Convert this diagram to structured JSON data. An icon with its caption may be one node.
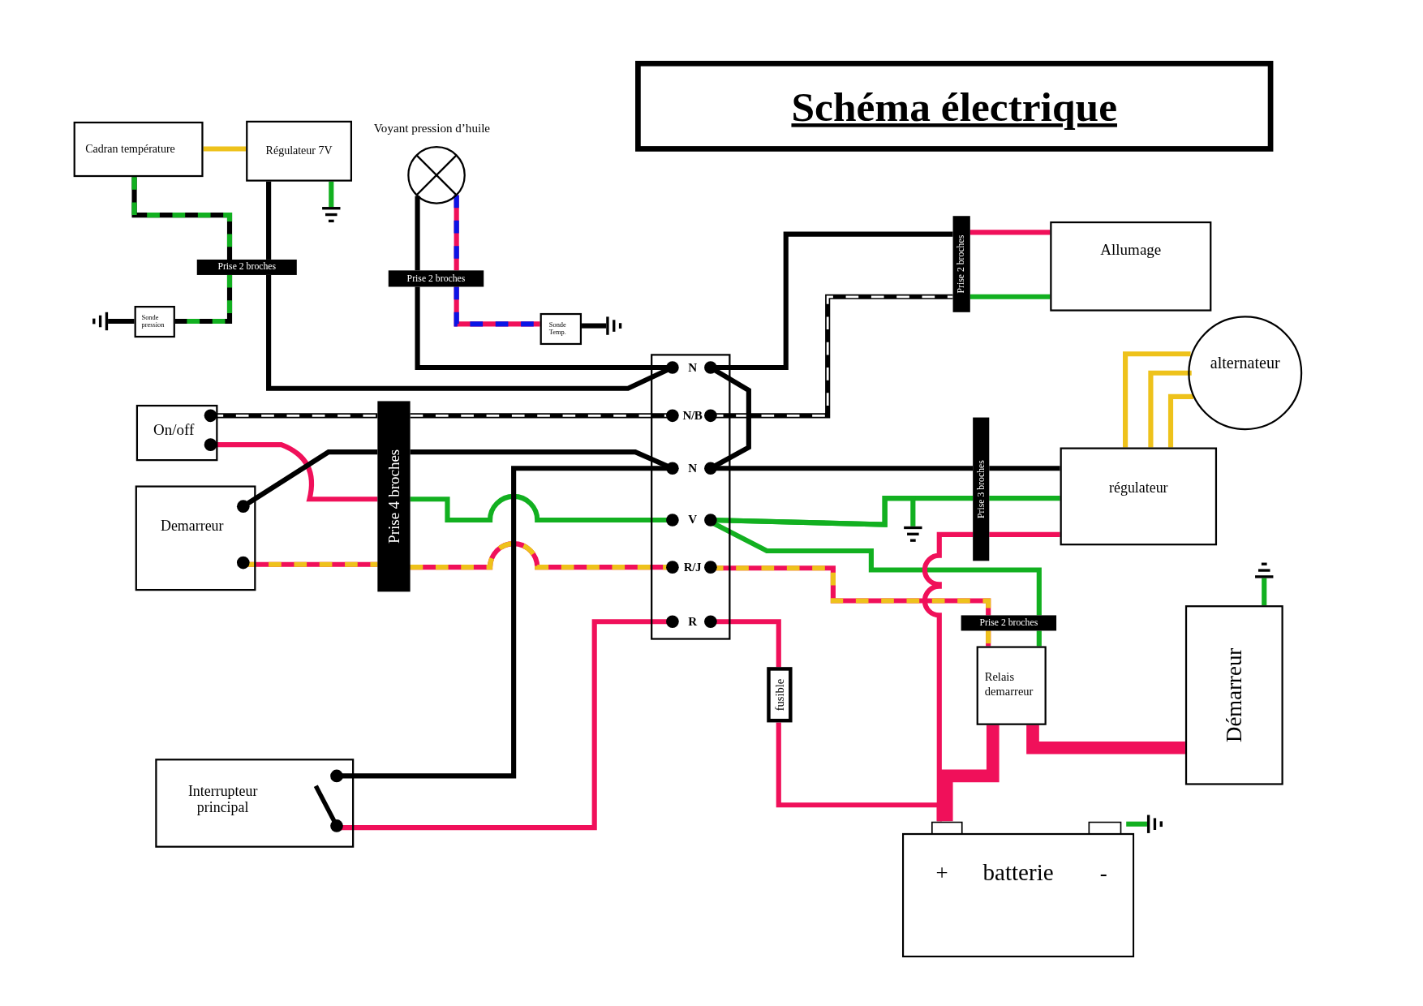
{
  "diagram": {
    "title": "Schéma électrique",
    "nodes": [
      {
        "text": [
          "Cadran température"
        ]
      },
      {
        "text": [
          "Régulateur 7V"
        ]
      },
      {
        "text": [
          "Voyant pression d’huile"
        ]
      },
      {
        "text": [],
        "shape": "ground"
      },
      {
        "text": [
          "Prise 2 broches"
        ]
      },
      {
        "text": [
          "Prise 2 broches"
        ]
      },
      {
        "text": [
          "Prise 2 broches"
        ]
      },
      {
        "text": [
          "Allumage"
        ]
      },
      {
        "text": [],
        "shape": "ground"
      },
      {
        "text": [
          "Sonde pression"
        ]
      },
      {
        "text": [
          "Sonde Temp."
        ]
      },
      {
        "text": [],
        "shape": "ground"
      },
      {
        "text": [
          "alternateur"
        ]
      },
      {
        "text": [
          "N",
          "N/B",
          "N",
          "V",
          "R/J",
          "R"
        ]
      },
      {
        "text": [
          "On/off"
        ]
      },
      {
        "text": [
          "Prise 4 broches"
        ]
      },
      {
        "text": [
          "Prise 3 broches"
        ]
      },
      {
        "text": [
          "régulateur"
        ]
      },
      {
        "text": [
          "Demarreur"
        ]
      },
      {
        "text": [],
        "shape": "ground"
      },
      {
        "text": [],
        "shape": "ground"
      },
      {
        "text": [
          "Prise 2 broches"
        ]
      },
      {
        "text": [
          "fusible"
        ]
      },
      {
        "text": [
          "Relais demarreur"
        ]
      },
      {
        "text": [
          "Démarreur"
        ]
      },
      {
        "text": [
          "Interrupteur principal"
        ]
      },
      {
        "text": [
          "+",
          "batterie",
          "-"
        ]
      },
      {
        "text": [],
        "shape": "ground"
      }
    ],
    "edges": [
      {
        "from": 0,
        "to": 1,
        "arrow": "none",
        "color": "#eec21b"
      },
      {
        "from": 1,
        "to": 3,
        "arrow": "none",
        "color": "#12b020"
      },
      {
        "from": 0,
        "to": 4,
        "arrow": "none",
        "style": "dashed",
        "color": "#12b020"
      },
      {
        "from": 4,
        "to": 9,
        "arrow": "none",
        "style": "dashed",
        "color": "#12b020"
      },
      {
        "from": 9,
        "to": 8,
        "arrow": "none"
      },
      {
        "from": 1,
        "to": 4,
        "arrow": "none"
      },
      {
        "from": 4,
        "to": 13,
        "arrow": "none"
      },
      {
        "from": 2,
        "to": 5,
        "arrow": "none"
      },
      {
        "from": 5,
        "to": 13,
        "arrow": "none"
      },
      {
        "from": 2,
        "to": 5,
        "arrow": "none",
        "style": "dashed",
        "color": "#0a14e6"
      },
      {
        "from": 5,
        "to": 10,
        "arrow": "none",
        "style": "dashed",
        "color": "#0a14e6"
      },
      {
        "from": 10,
        "to": 11,
        "arrow": "none"
      },
      {
        "from": 13,
        "to": 6,
        "arrow": "none"
      },
      {
        "from": 6,
        "to": 7,
        "arrow": "none",
        "color": "#f0105a"
      },
      {
        "from": 6,
        "to": 7,
        "arrow": "none",
        "color": "#12b020"
      },
      {
        "from": 13,
        "to": 6,
        "arrow": "none",
        "style": "dashed",
        "color": "#ffffff"
      },
      {
        "from": 14,
        "to": 15,
        "arrow": "none",
        "style": "dashed",
        "color": "#ffffff"
      },
      {
        "from": 15,
        "to": 13,
        "arrow": "none",
        "style": "dashed",
        "color": "#ffffff"
      },
      {
        "from": 14,
        "to": 15,
        "arrow": "none",
        "color": "#f0105a"
      },
      {
        "from": 18,
        "to": 15,
        "arrow": "none"
      },
      {
        "from": 15,
        "to": 13,
        "arrow": "none"
      },
      {
        "from": 15,
        "to": 13,
        "arrow": "none",
        "color": "#12b020"
      },
      {
        "from": 18,
        "to": 15,
        "arrow": "none",
        "style": "dashed",
        "color": "#eec21b"
      },
      {
        "from": 15,
        "to": 13,
        "arrow": "none",
        "style": "dashed",
        "color": "#eec21b"
      },
      {
        "from": 25,
        "to": 13,
        "arrow": "none"
      },
      {
        "from": 25,
        "to": 13,
        "arrow": "none",
        "color": "#f0105a"
      },
      {
        "from": 13,
        "to": 22,
        "arrow": "none",
        "color": "#f0105a"
      },
      {
        "from": 22,
        "to": 26,
        "arrow": "none",
        "color": "#f0105a"
      },
      {
        "from": 13,
        "to": 16,
        "arrow": "none"
      },
      {
        "from": 16,
        "to": 17,
        "arrow": "none"
      },
      {
        "from": 13,
        "to": 21,
        "arrow": "none",
        "color": "#12b020"
      },
      {
        "from": 21,
        "to": 23,
        "arrow": "none",
        "color": "#12b020"
      },
      {
        "from": 13,
        "to": 16,
        "arrow": "none",
        "color": "#12b020"
      },
      {
        "from": 16,
        "to": 17,
        "arrow": "none",
        "color": "#12b020"
      },
      {
        "from": 13,
        "to": 19,
        "arrow": "none",
        "color": "#12b020"
      },
      {
        "from": 17,
        "to": 16,
        "arrow": "none",
        "color": "#f0105a"
      },
      {
        "from": 16,
        "to": 26,
        "arrow": "none",
        "color": "#f0105a"
      },
      {
        "from": 13,
        "to": 21,
        "arrow": "none",
        "style": "dashed",
        "color": "#eec21b"
      },
      {
        "from": 21,
        "to": 23,
        "arrow": "none",
        "style": "dashed",
        "color": "#eec21b"
      },
      {
        "from": 23,
        "to": 26,
        "arrow": "none",
        "style": "thick",
        "color": "#f0105a"
      },
      {
        "from": 23,
        "to": 24,
        "arrow": "none",
        "style": "thick",
        "color": "#f0105a"
      },
      {
        "from": 24,
        "to": 20,
        "arrow": "none",
        "color": "#12b020"
      },
      {
        "from": 26,
        "to": 27,
        "arrow": "none",
        "color": "#12b020"
      },
      {
        "from": 12,
        "to": 17,
        "arrow": "none",
        "color": "#eec21b"
      },
      {
        "from": 12,
        "to": 17,
        "arrow": "none",
        "color": "#eec21b"
      },
      {
        "from": 12,
        "to": 17,
        "arrow": "none",
        "color": "#eec21b"
      },
      {
        "from": 13,
        "to": 13,
        "arrow": "none"
      }
    ]
  }
}
